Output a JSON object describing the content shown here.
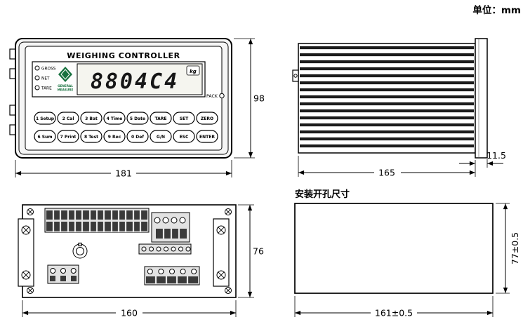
{
  "unit_label": "单位：mm",
  "front_view": {
    "title": "WEIGHING CONTROLLER",
    "display_value": "8804C4",
    "display_unit": "kg",
    "logo_line1": "GENERAL",
    "logo_line2": "MEASURE",
    "leds": [
      "GROSS",
      "NET",
      "TARE"
    ],
    "pack_label": "PACK",
    "keypad_row1": [
      "1 Setup",
      "2 Cal",
      "3 Bat",
      "4 Time",
      "5 Date",
      "TARE",
      "SET",
      "ZERO"
    ],
    "keypad_row2": [
      "6 Sum",
      "7 Print",
      "8 Test",
      "9 Rec",
      "0 Def",
      "G/N",
      "ESC",
      "ENTER"
    ],
    "dim_width": "181",
    "dim_height": "98"
  },
  "side_view": {
    "dim_depth": "165",
    "dim_flange": "11.5"
  },
  "rear_view": {
    "dim_width": "160",
    "dim_height": "76"
  },
  "cutout": {
    "title": "安装开孔尺寸",
    "dim_width": "161±0.5",
    "dim_height": "77±0.5"
  }
}
